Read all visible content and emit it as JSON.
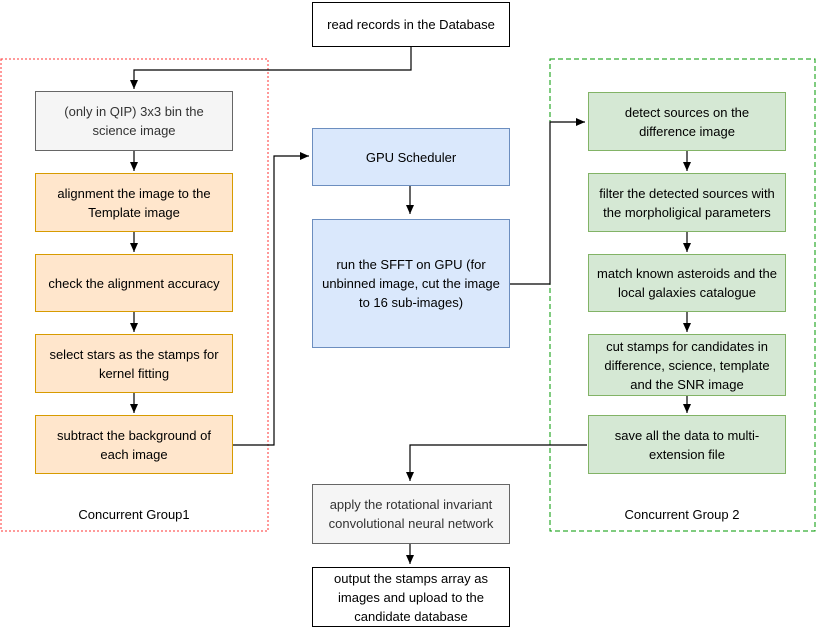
{
  "colors": {
    "group1_border": "#ff3333",
    "group2_border": "#009900",
    "orange_fill": "#ffe6cc",
    "blue_fill": "#dae8fc",
    "green_fill": "#d5e8d4",
    "grey_fill": "#f5f5f5"
  },
  "groups": {
    "group1": "Concurrent Group1",
    "group2": "Concurrent Group 2"
  },
  "nodes": {
    "read_db": "read records in the Database",
    "bin": "(only in QIP) 3x3 bin the science image",
    "align": "alignment the image to the Template image",
    "check": "check the alignment accuracy",
    "stars": "select stars as the stamps for kernel fitting",
    "subtract": "subtract the background of each image",
    "gpu_sched": "GPU Scheduler",
    "sfft": "run the SFFT on GPU (for unbinned image, cut the image to 16 sub-images)",
    "detect": "detect sources on the difference image",
    "filter": "filter the detected sources with the morpholigical parameters",
    "match": "match known asteroids and the local galaxies catalogue",
    "cut": "cut stamps for candidates in difference, science, template and the SNR image",
    "save": "save all the data to multi-extension file",
    "cnn": "apply the rotational invariant convolutional neural network",
    "output": "output the stamps array as images and upload to the candidate database"
  }
}
